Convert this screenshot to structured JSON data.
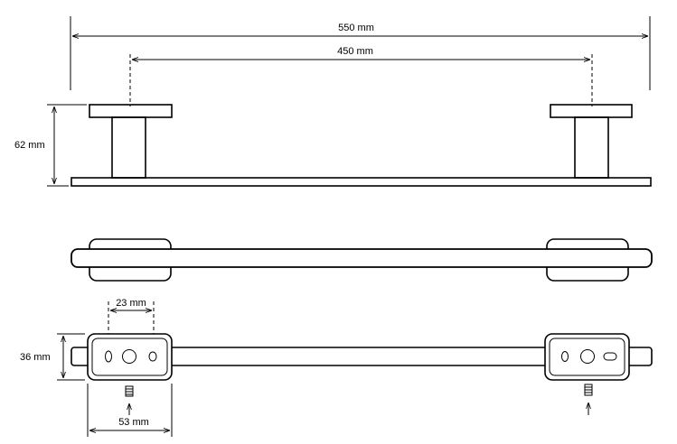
{
  "dimensions": {
    "overall_length": "550 mm",
    "mount_spacing": "450 mm",
    "projection": "62 mm",
    "hole_spacing": "23 mm",
    "base_height": "36 mm",
    "base_width": "53 mm"
  },
  "colors": {
    "line": "#000000",
    "background": "#ffffff"
  }
}
